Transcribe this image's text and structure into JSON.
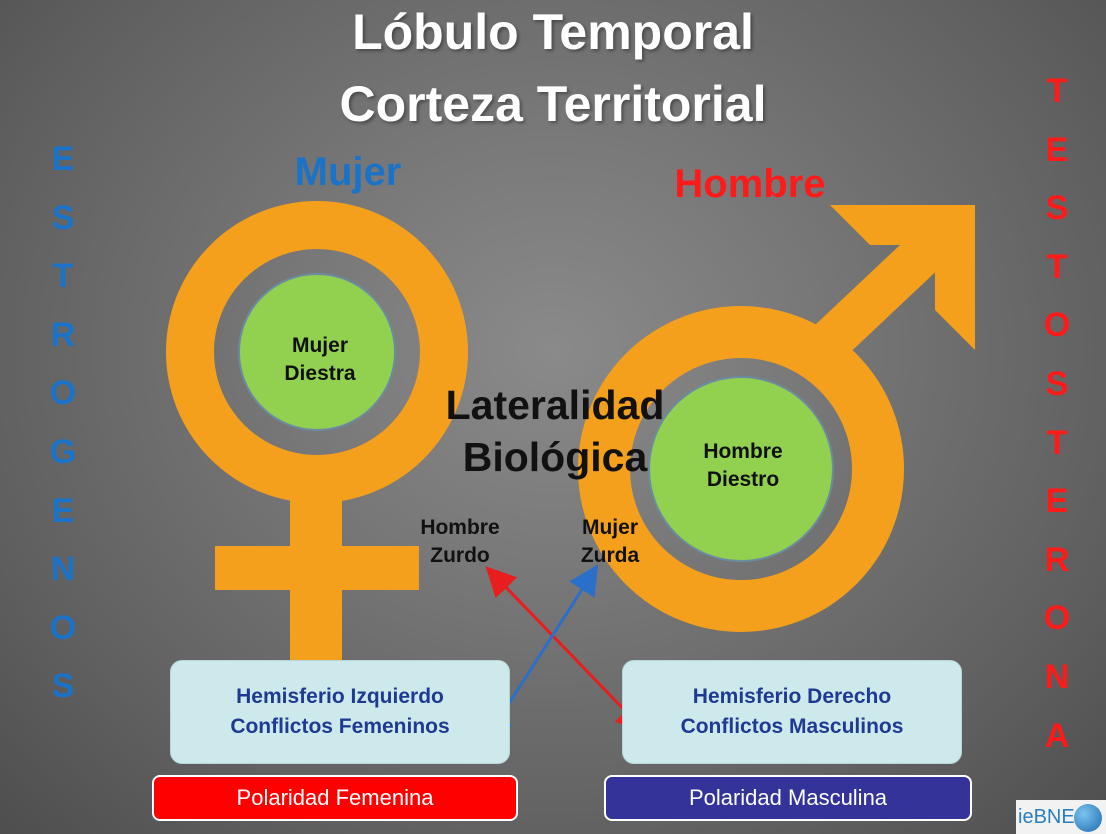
{
  "title": {
    "line1": "Lóbulo Temporal",
    "line2": "Corteza Territorial"
  },
  "left_column": {
    "letters": [
      "E",
      "S",
      "T",
      "R",
      "O",
      "G",
      "E",
      "N",
      "O",
      "S"
    ],
    "color": "#1a73c9"
  },
  "right_column": {
    "letters": [
      "T",
      "E",
      "S",
      "T",
      "O",
      "S",
      "T",
      "E",
      "R",
      "O",
      "N",
      "A"
    ],
    "color": "#ff1a1a"
  },
  "female": {
    "label": "Mujer",
    "inner_line1": "Mujer",
    "inner_line2": "Diestra"
  },
  "male": {
    "label": "Hombre",
    "inner_line1": "Hombre",
    "inner_line2": "Diestro"
  },
  "center": {
    "line1": "Lateralidad",
    "line2": "Biológica"
  },
  "left_handed": {
    "male_line1": "Hombre",
    "male_line2": "Zurdo",
    "female_line1": "Mujer",
    "female_line2": "Zurda"
  },
  "boxes": {
    "left_line1": "Hemisferio Izquierdo",
    "left_line2": "Conflictos Femeninos",
    "right_line1": "Hemisferio Derecho",
    "right_line2": "Conflictos Masculinos"
  },
  "polarity": {
    "female": "Polaridad Femenina",
    "female_color": "#ff0000",
    "male": "Polaridad Masculina",
    "male_color": "#333399"
  },
  "colors": {
    "symbol": "#f5a01c",
    "inner_circle": "#92d050",
    "arrow_red": "#e81e1e",
    "arrow_blue": "#2a6fc9"
  },
  "logo_text": "ieBNE"
}
